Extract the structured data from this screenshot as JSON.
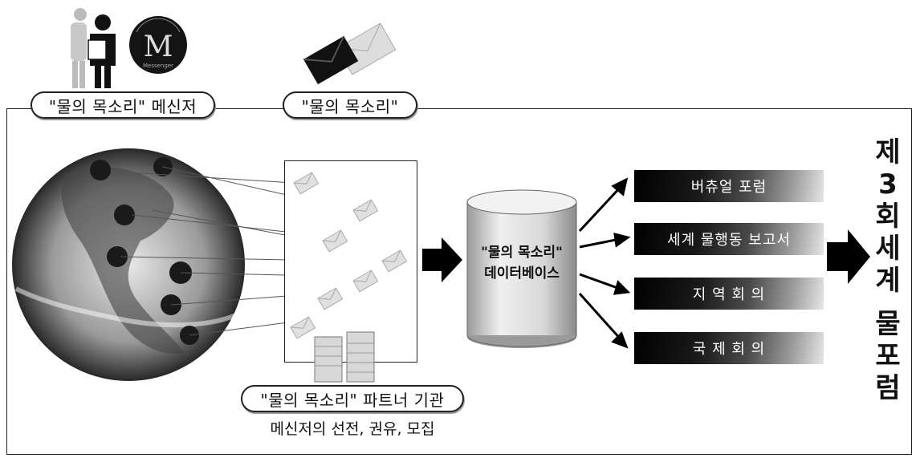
{
  "labels": {
    "messenger": "\"물의 목소리\" 메신저",
    "voice": "\"물의 목소리\"",
    "partner": "\"물의 목소리\" 파트너 기관",
    "partner_caption": "메신저의 선전, 권유, 모집",
    "database_line1": "\"물의 목소리\"",
    "database_line2": "데이터베이스"
  },
  "logo_text": "Messenger",
  "outputs": [
    "버츄얼 포럼",
    "세계 물행동 보고서",
    "지 역 회 의",
    "국 제 회 의"
  ],
  "forum_title_chars": [
    "제",
    "3",
    "회",
    "세",
    "계",
    "물",
    "포",
    "럼"
  ],
  "icons": [
    "messenger-people-icon",
    "messenger-logo-icon",
    "envelope-icon",
    "globe-icon",
    "server-icon",
    "database-cylinder-icon",
    "arrow-right-icon"
  ]
}
